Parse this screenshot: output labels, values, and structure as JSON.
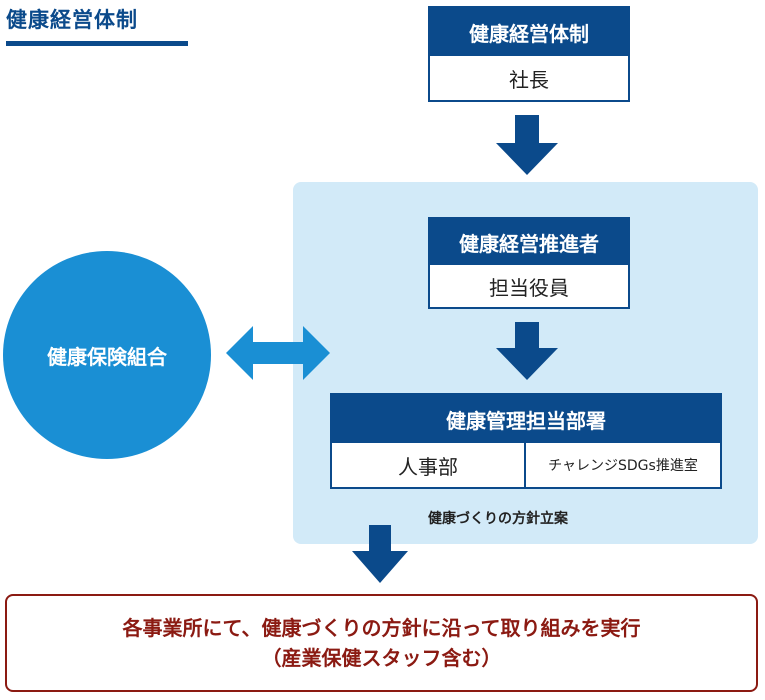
{
  "heading": "健康経営体制",
  "boxes": {
    "top": {
      "title": "健康経営体制",
      "body": "社長"
    },
    "promoter": {
      "title": "健康経営推進者",
      "body": "担当役員"
    },
    "department": {
      "title": "健康管理担当部署",
      "left": "人事部",
      "right": "チャレンジSDGs推進室"
    }
  },
  "circle_label": "健康保険組合",
  "planning_caption": "健康づくりの方針立案",
  "result": {
    "line1": "各事業所にて、健康づくりの方針に沿って取り組みを実行",
    "line2": "（産業保健スタッフ含む）"
  },
  "colors": {
    "navy": "#0b4a8b",
    "light_blue": "#1a8fd4",
    "panel": "#d2eaf8",
    "result_red": "#8b1a12"
  }
}
